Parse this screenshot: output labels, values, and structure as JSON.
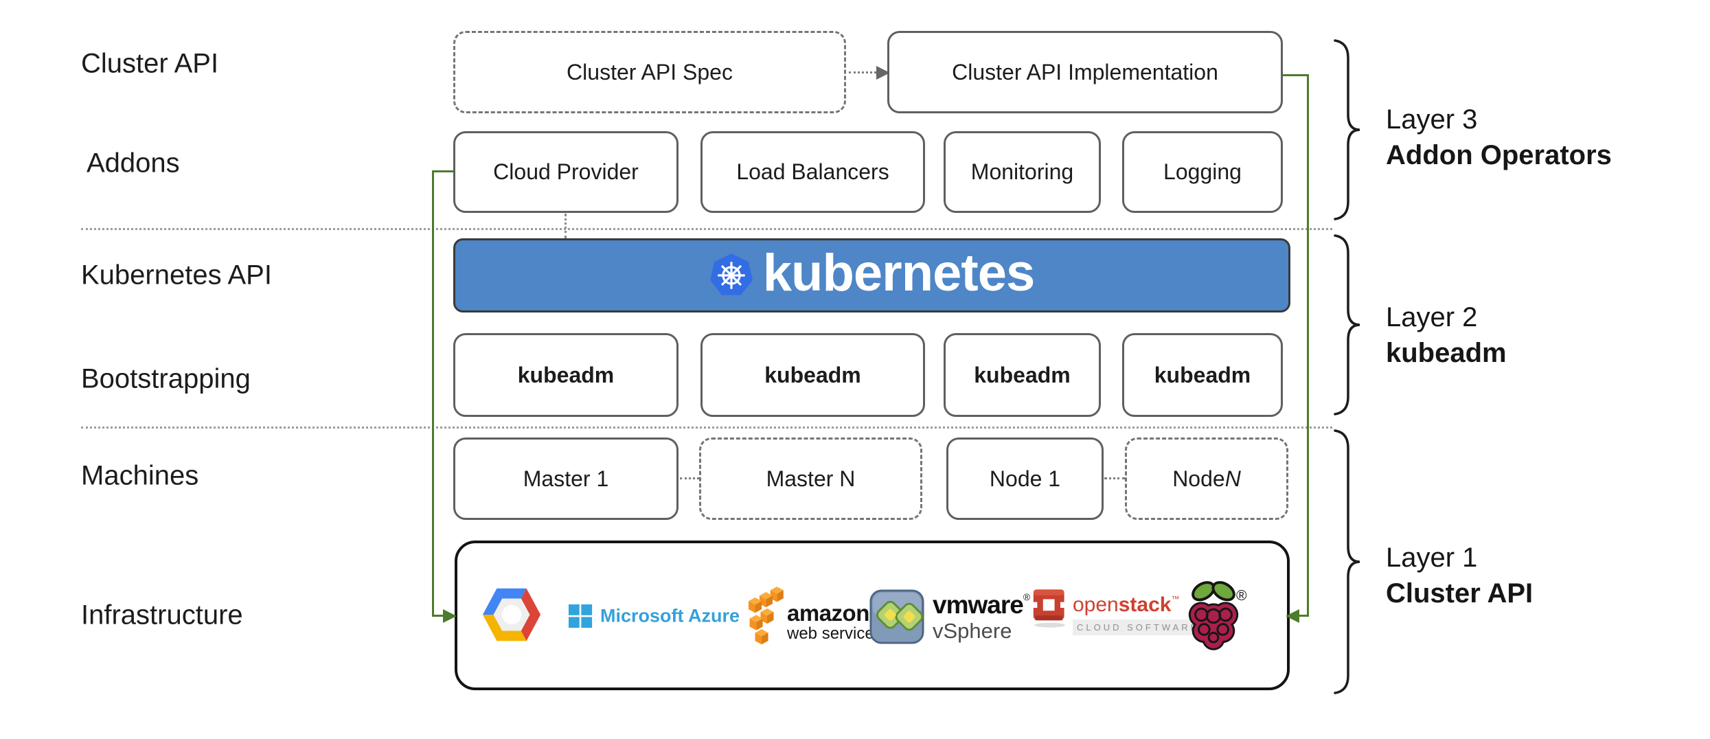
{
  "left_labels": {
    "cluster_api": "Cluster API",
    "addons": "Addons",
    "kubernetes_api": "Kubernetes API",
    "bootstrapping": "Bootstrapping",
    "machines": "Machines",
    "infrastructure": "Infrastructure"
  },
  "cluster_api_row": {
    "spec": "Cluster API Spec",
    "implementation": "Cluster API Implementation"
  },
  "addons_row": {
    "boxes": [
      "Cloud Provider",
      "Load Balancers",
      "Monitoring",
      "Logging"
    ]
  },
  "kubernetes_banner": {
    "wordmark": "kubernetes"
  },
  "bootstrapping_row": {
    "boxes": [
      "kubeadm",
      "kubeadm",
      "kubeadm",
      "kubeadm"
    ]
  },
  "machines_row": {
    "master_1": "Master 1",
    "master_n": "Master N",
    "node_1": "Node 1",
    "node_n_prefix": "Node ",
    "node_n_italic": "N"
  },
  "infrastructure_row": {
    "logos": [
      "google-cloud-platform",
      "microsoft-azure",
      "amazon-web-services",
      "vmware-vsphere",
      "openstack",
      "raspberry-pi"
    ],
    "azure_wordmark": "Microsoft Azure",
    "aws_line1": "amazon",
    "aws_line2": "web services",
    "vmware_line1": "vmware",
    "vmware_reg": "®",
    "vmware_line2": "vSphere",
    "openstack_word_light": "open",
    "openstack_word_bold": "stack",
    "openstack_tm": "™",
    "openstack_sub": "CLOUD SOFTWARE",
    "raspberry_reg": "®"
  },
  "layer_annotations": [
    {
      "line1": "Layer 3",
      "line2": "Addon Operators"
    },
    {
      "line1": "Layer 2",
      "line2": "kubeadm"
    },
    {
      "line1": "Layer 1",
      "line2": "Cluster API"
    }
  ],
  "colors": {
    "banner_blue": "#4e86c7",
    "kubernetes_logo_blue": "#326de6",
    "connector_green": "#4c7c2c",
    "box_border_gray": "#5f5f5f",
    "azure_blue": "#36a0da",
    "aws_orange": "#f6921e",
    "openstack_red": "#cf4130",
    "raspberry_red": "#ab1f4b",
    "raspberry_leaf_green": "#6fa83c",
    "gcp_blue": "#4285f4",
    "gcp_red": "#db4437",
    "gcp_yellow": "#f4b400"
  }
}
